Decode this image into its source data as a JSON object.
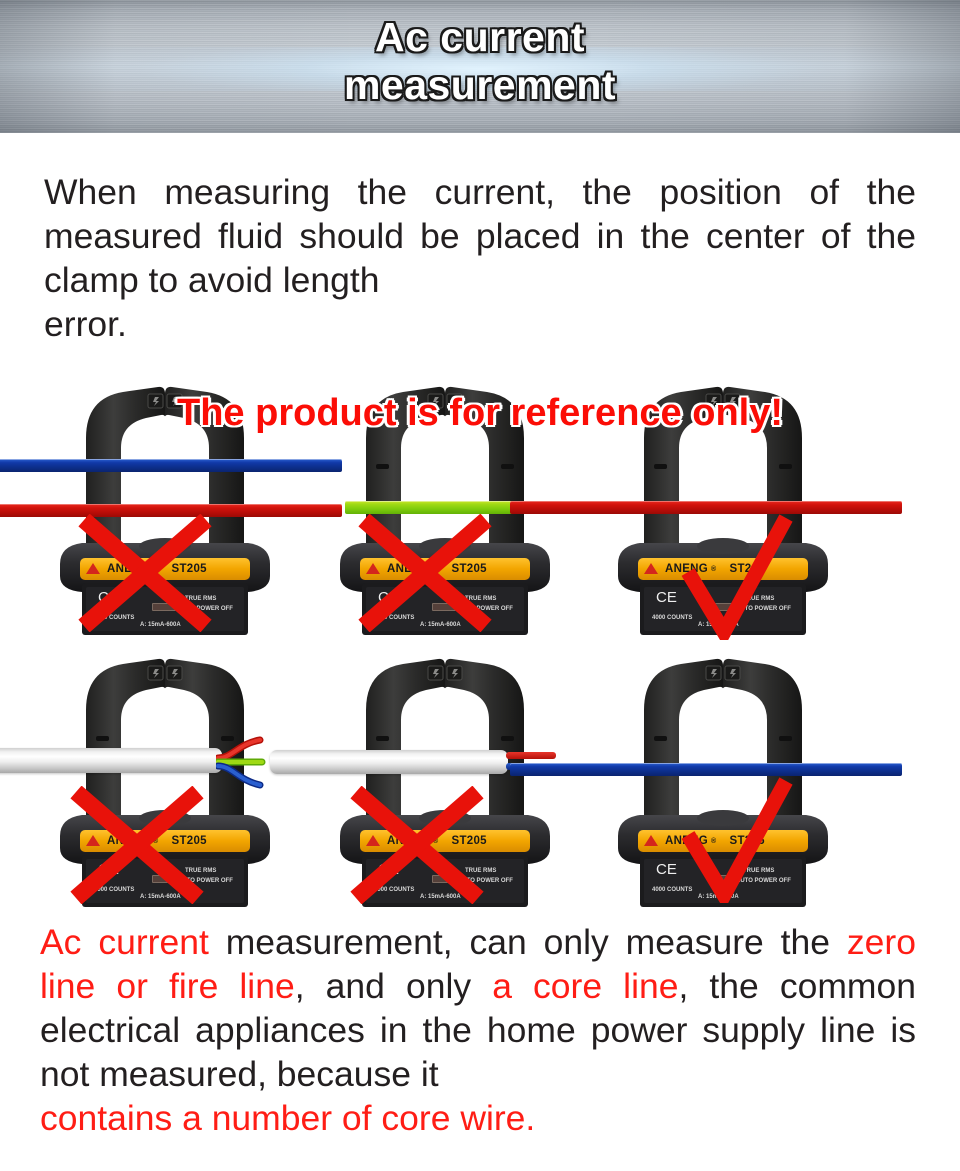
{
  "header": {
    "title_line1": "Ac current",
    "title_line2": "measurement"
  },
  "top_paragraph": {
    "line1": "When measuring the current, the position",
    "line2": "of the measured fluid should be placed in",
    "line3": "the center of the clamp to avoid length",
    "line4": "error."
  },
  "overlay": {
    "reference_notice": "The product is for reference only!",
    "reference_color": "#fb0d06"
  },
  "device": {
    "brand": "ANENG",
    "registered_mark": "®",
    "model": "ST205",
    "ce_mark": "CE",
    "counts": "4000 COUNTS",
    "feature_line1": "TRUE RMS",
    "feature_line2": "AUTO POWER OFF",
    "range": "A: 15mA-600A",
    "label_bg": "#f2a900",
    "body_color": "#2b2b2b"
  },
  "panels": [
    {
      "id": "panel-1",
      "position": "row1-col1",
      "subject": "two separate wires through clamp",
      "wires": [
        "blue",
        "red"
      ],
      "verdict": "incorrect",
      "mark": "x-mark",
      "mark_color": "#e8120a"
    },
    {
      "id": "panel-2",
      "position": "row1-col2",
      "subject": "ground wire through clamp",
      "wires": [
        "green-yellow"
      ],
      "verdict": "incorrect",
      "mark": "x-mark",
      "mark_color": "#e8120a"
    },
    {
      "id": "panel-3",
      "position": "row1-col3",
      "subject": "single live wire centered in clamp",
      "wires": [
        "red"
      ],
      "verdict": "correct",
      "mark": "check-mark",
      "mark_color": "#e8120a"
    },
    {
      "id": "panel-4",
      "position": "row2-col1",
      "subject": "three-core sheathed cable through clamp",
      "wires": [
        "red",
        "green",
        "blue"
      ],
      "verdict": "incorrect",
      "mark": "x-mark",
      "mark_color": "#e8120a"
    },
    {
      "id": "panel-5",
      "position": "row2-col2",
      "subject": "two-core sheathed cable through clamp",
      "wires": [
        "red",
        "blue"
      ],
      "verdict": "incorrect",
      "mark": "x-mark",
      "mark_color": "#e8120a"
    },
    {
      "id": "panel-6",
      "position": "row2-col3",
      "subject": "single neutral wire centered in clamp",
      "wires": [
        "blue"
      ],
      "verdict": "correct",
      "mark": "check-mark",
      "mark_color": "#e8120a"
    }
  ],
  "bottom_paragraph": {
    "seg1_red": "Ac current",
    "seg2_black": " measurement, can only measure the ",
    "seg3_red": "zero line or fire line",
    "seg4_black": ", and only ",
    "seg5_red": "a core line",
    "seg6_black": ", the common electrical appliances in the home power supply line is not measured, because it ",
    "seg7_red": "contains a number of core wire.",
    "highlight_color": "#ff1d15",
    "body_color": "#231f20"
  }
}
